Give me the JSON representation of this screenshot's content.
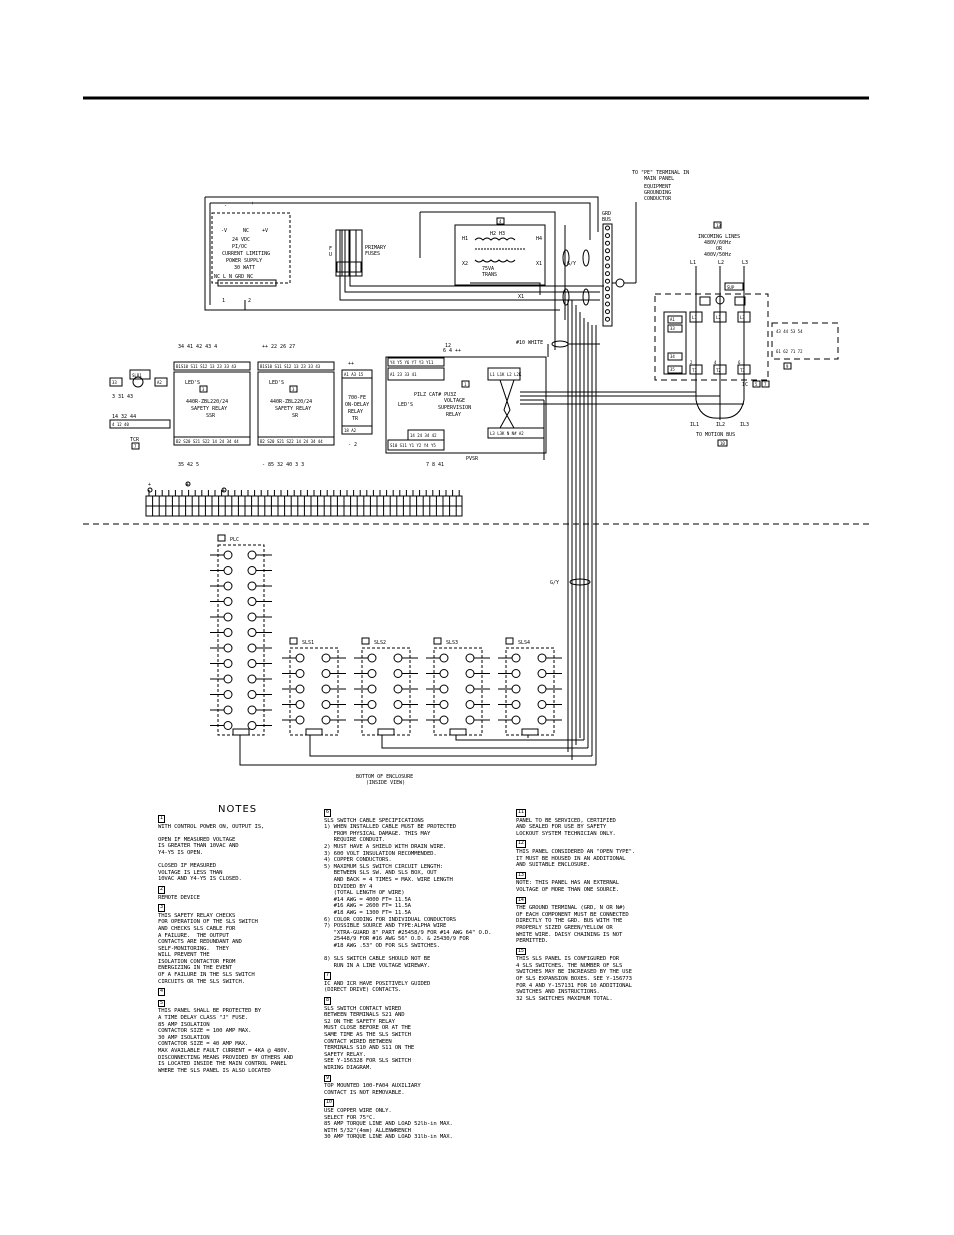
{
  "header": {
    "rule": true
  },
  "top_labels": {
    "pe_terminal": [
      "TO \"PE\" TERMINAL  IN",
      "MAIN PANEL",
      "EQUIPMENT",
      "GROUNDING",
      "CONDUCTOR"
    ],
    "grd_bus": [
      "GRD",
      "BUS"
    ],
    "incoming_lines": [
      "INCOMING LINES",
      "480V/60Hz",
      "OR",
      "400V/50Hz"
    ],
    "motion_bus": "TO MOTION BUS",
    "white_wire": "#10 WHITE",
    "gy_label": "G/Y",
    "bottom_enclosure": [
      "BOTTOM OF ENCLOSURE",
      "(INSIDE VIEW)"
    ]
  },
  "components": {
    "power_supply": [
      "24 VDC",
      "CURRENT LIMITING",
      "POWER SUPPLY",
      "30 WATT"
    ],
    "power_supply_top": [
      "-V",
      "NC",
      "+V"
    ],
    "power_supply_bottom": [
      "NC",
      "L",
      "N",
      "GRD",
      "NC"
    ],
    "fuses": [
      "PRIMARY",
      "FUSES"
    ],
    "transformer": [
      "75VA",
      "TRANS"
    ],
    "relay_ssr": [
      "440R-ZBL220/24",
      "SAFETY RELAY",
      "SSR"
    ],
    "relay_sr": [
      "440R-ZBL220/24",
      "SAFETY RELAY",
      "SR"
    ],
    "on_delay": [
      "700-FE",
      "ON-DELAY",
      "TR"
    ],
    "pilz": [
      "PILZ CAT# PU3Z",
      "VOLTAGE",
      "SUPERVISION",
      "RELAY"
    ],
    "pvsr": "PVSR",
    "leds": "LED'S",
    "tcr": "TCR",
    "plc": "PLC",
    "sls": [
      "SLS1",
      "SLS2",
      "SLS3",
      "SLS4"
    ]
  },
  "notes": {
    "title": "NOTES",
    "col1": [
      {
        "n": "1",
        "lines": [
          "WITH CONTROL POWER ON, OUTPUT IS,",
          "",
          "OPEN IF MEASURED VOLTAGE",
          "IS GREATER THAN 10VAC AND",
          "Y4-Y5 IS OPEN.",
          "",
          "CLOSED IF MEASURED",
          "VOLTAGE IS LESS THAN",
          "10VAC AND Y4-Y5 IS CLOSED."
        ]
      },
      {
        "n": "2",
        "lines": [
          "REMOTE DEVICE"
        ]
      },
      {
        "n": "3",
        "lines": [
          "THIS SAFETY RELAY CHECKS",
          "FOR OPERATION OF THE SLS SWITCH",
          "AND CHECKS SLS CABLE FOR",
          "A FAILURE.  THE OUTPUT",
          "CONTACTS ARE REDUNDANT AND",
          "SELF-MONITORING.  THEY",
          "WILL PREVENT THE",
          "ISOLATION CONTACTOR FROM",
          "ENERGIZING IN THE EVENT",
          "OF A FAILURE IN THE SLS SWITCH",
          "CIRCUITS OR THE SLS SWITCH."
        ]
      },
      {
        "n": "4",
        "lines": [
          ""
        ]
      },
      {
        "n": "5",
        "lines": [
          "THIS PANEL SHALL BE PROTECTED BY",
          "A TIME DELAY CLASS \"J\" FUSE.",
          "85 AMP ISOLATION",
          "CONTACTOR SIZE = 100 AMP MAX.",
          "30 AMP ISOLATION",
          "CONTACTOR SIZE = 40 AMP MAX.",
          "MAX AVAILABLE FAULT CURRENT = 4KA @ 480V.",
          "DISCONNECTING MEANS PROVIDED BY OTHERS AND",
          "IS LOCATED INSIDE THE MAIN CONTROL PANEL",
          "WHERE THE SLS PANEL IS ALSO LOCATED"
        ]
      }
    ],
    "col2": [
      {
        "n": "6",
        "lines": [
          "SLS SWITCH CABLE SPECIFICATIONS",
          "1) WHEN INSTALLED CABLE MUST BE PROTECTED",
          "   FROM PHYSICAL DAMAGE. THIS MAY",
          "   REQUIRE CONDUIT.",
          "2) MUST HAVE A SHIELD WITH DRAIN WIRE.",
          "3) 600 VOLT INSULATION RECOMMENDED.",
          "4) COPPER CONDUCTORS.",
          "5) MAXIMUM SLS SWITCH CIRCUIT LENGTH:",
          "   BETWEEN SLS SW. AND SLS BOX, OUT",
          "   AND BACK = 4 TIMES = MAX. WIRE LENGTH",
          "   DIVIDED BY 4",
          "   (TOTAL LENGTH OF WIRE)",
          "   #14 AWG = 4000 FT= 11.5A",
          "   #16 AWG = 2600 FT= 11.5A",
          "   #18 AWG = 1300 FT= 11.5A",
          "6) COLOR CODING FOR INDIVIDUAL CONDUCTORS",
          "7) POSSIBLE SOURCE AND TYPE:ALPHA WIRE",
          "   \"XTRA-GUARD 8\" PART #25458/9 FOR #14 AWG 64\" O.D.",
          "   25448/9 FOR #16 AWG 56\" O.D. & 25430/9 FOR",
          "   #18 AWG .53\" OD FOR SLS SWITCHES.",
          "",
          "8) SLS SWITCH CABLE SHOULD NOT BE",
          "   RUN IN A LINE VOLTAGE WIREWAY."
        ]
      },
      {
        "n": "7",
        "lines": [
          "IC AND ICR HAVE POSITIVELY GUIDED",
          "(DIRECT DRIVE) CONTACTS."
        ]
      },
      {
        "n": "8",
        "lines": [
          "SLS SWITCH CONTACT WIRED",
          "BETWEEN TERMINALS S21 AND",
          "S2 ON THE SAFETY RELAY",
          "MUST CLOSE BEFORE OR AT THE",
          "SAME TIME AS THE SLS SWITCH",
          "CONTACT WIRED BETWEEN",
          "TERMINALS S10 AND S11 ON THE",
          "SAFETY RELAY.",
          "SEE Y-156328 FOR SLS SWITCH",
          "WIRING DIAGRAM."
        ]
      },
      {
        "n": "9",
        "lines": [
          "TOP MOUNTED 100-FA04 AUXILIARY",
          "CONTACT IS NOT REMOVABLE."
        ]
      },
      {
        "n": "10",
        "lines": [
          "USE COPPER WIRE ONLY.",
          "SELECT FOR 75°C.",
          "85 AMP TORQUE LINE AND LOAD 52lb-in MAX.",
          "WITH 5/32\"(4mm) ALLENWRENCH",
          "30 AMP TORQUE LINE AND LOAD 31lb-in MAX."
        ]
      }
    ],
    "col3": [
      {
        "n": "11",
        "lines": [
          "PANEL TO BE SERVICED, CERTIFIED",
          "AND SEALED FOR USE BY SAFETY",
          "LOCKOUT SYSTEM TECHNICIAN ONLY."
        ]
      },
      {
        "n": "12",
        "lines": [
          "THIS PANEL CONSIDERED AN \"OPEN TYPE\".",
          "IT MUST BE HOUSED IN AN ADDITIONAL",
          "AND SUITABLE ENCLOSURE."
        ]
      },
      {
        "n": "13",
        "lines": [
          "NOTE: THIS PANEL HAS AN EXTERNAL",
          "VOLTAGE OF MORE THAN ONE SOURCE."
        ]
      },
      {
        "n": "14",
        "lines": [
          "THE GROUND TERMINAL (GRD, N OR N#)",
          "OF EACH COMPONENT MUST BE CONNECTED",
          "DIRECTLY TO THE GRD. BUS WITH THE",
          "PROPERLY SIZED GREEN/YELLOW OR",
          "WHITE WIRE. DAISY CHAINING IS NOT",
          "PERMITTED."
        ]
      },
      {
        "n": "15",
        "lines": [
          "THIS SLS PANEL IS CONFIGURED FOR",
          "4 SLS SWITCHES. THE NUMBER OF SLS",
          "SWITCHES MAY BE INCREASED BY THE USE",
          "OF SLS EXPANSION BOXES. SEE Y-156773",
          "FOR 4 AND Y-157131 FOR 10 ADDITIONAL",
          "SWITCHES AND INSTRUCTIONS.",
          "32 SLS SWITCHES MAXIMUM TOTAL."
        ]
      }
    ]
  }
}
